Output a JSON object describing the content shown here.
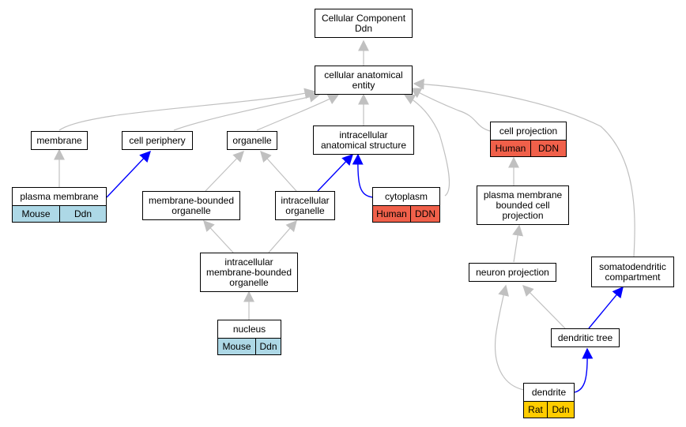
{
  "colors": {
    "edge_gray": "#c0c0c0",
    "edge_blue": "#0000ff",
    "mouse": "#add8e6",
    "human": "#f0604a",
    "rat": "#ffcc00",
    "node_border": "#000000",
    "node_fill": "#ffffff"
  },
  "nodes": {
    "root": {
      "line1": "Cellular Component",
      "line2": "Ddn"
    },
    "cae": {
      "line1": "cellular anatomical",
      "line2": "entity"
    },
    "membrane": {
      "label": "membrane"
    },
    "cell_periphery": {
      "label": "cell periphery"
    },
    "organelle": {
      "label": "organelle"
    },
    "ias": {
      "line1": "intracellular",
      "line2": "anatomical structure"
    },
    "cell_projection": {
      "label": "cell projection",
      "species": "Human",
      "gene": "DDN"
    },
    "plasma_membrane": {
      "label": "plasma membrane",
      "species": "Mouse",
      "gene": "Ddn"
    },
    "mbo": {
      "line1": "membrane-bounded",
      "line2": "organelle"
    },
    "io": {
      "line1": "intracellular",
      "line2": "organelle"
    },
    "cytoplasm": {
      "label": "cytoplasm",
      "species": "Human",
      "gene": "DDN"
    },
    "pmbcp": {
      "line1": "plasma membrane",
      "line2": "bounded cell",
      "line3": "projection"
    },
    "imbo": {
      "line1": "intracellular",
      "line2": "membrane-bounded",
      "line3": "organelle"
    },
    "neuron_projection": {
      "label": "neuron projection"
    },
    "somatodendritic": {
      "line1": "somatodendritic",
      "line2": "compartment"
    },
    "nucleus": {
      "label": "nucleus",
      "species": "Mouse",
      "gene": "Ddn"
    },
    "dendritic_tree": {
      "label": "dendritic tree"
    },
    "dendrite": {
      "label": "dendrite",
      "species": "Rat",
      "gene": "Ddn"
    }
  }
}
